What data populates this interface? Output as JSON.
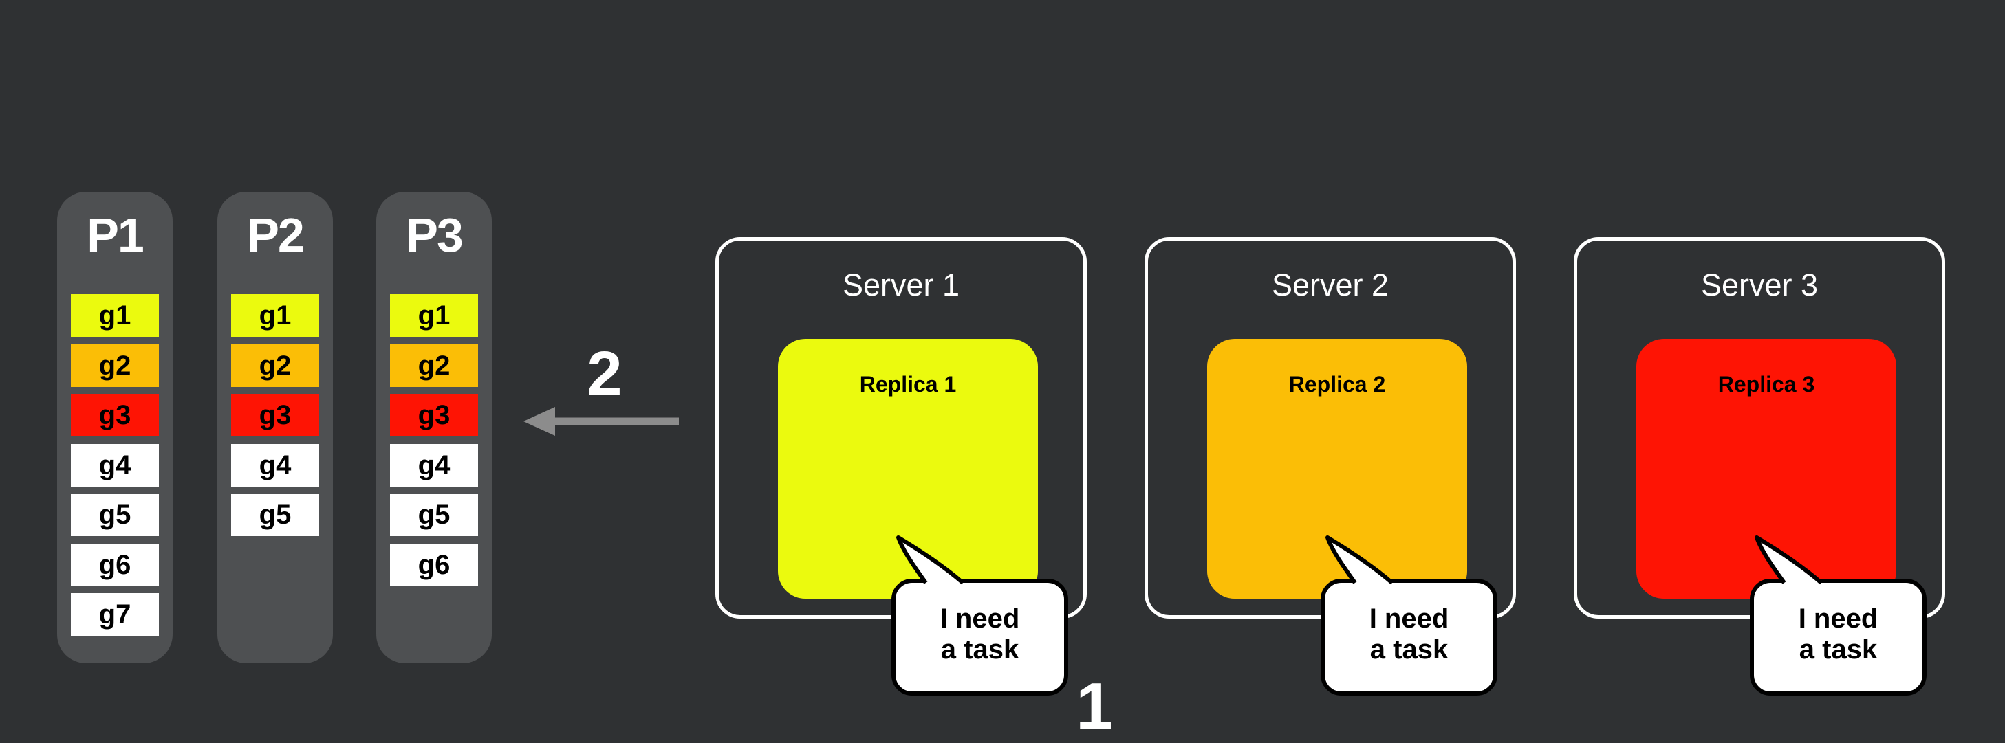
{
  "colors": {
    "yellow": "#EBFA0E",
    "amber": "#FBBE06",
    "red": "#FE1404",
    "white": "#FFFFFF",
    "background": "#2F3133",
    "partition_fill": "#4E5052",
    "arrow_gray": "#8C8C8C"
  },
  "partitions": [
    {
      "id": "P1",
      "tasks": [
        {
          "label": "g1",
          "color": "yellow"
        },
        {
          "label": "g2",
          "color": "amber"
        },
        {
          "label": "g3",
          "color": "red"
        },
        {
          "label": "g4",
          "color": "white"
        },
        {
          "label": "g5",
          "color": "white"
        },
        {
          "label": "g6",
          "color": "white"
        },
        {
          "label": "g7",
          "color": "white"
        }
      ]
    },
    {
      "id": "P2",
      "tasks": [
        {
          "label": "g1",
          "color": "yellow"
        },
        {
          "label": "g2",
          "color": "amber"
        },
        {
          "label": "g3",
          "color": "red"
        },
        {
          "label": "g4",
          "color": "white"
        },
        {
          "label": "g5",
          "color": "white"
        }
      ]
    },
    {
      "id": "P3",
      "tasks": [
        {
          "label": "g1",
          "color": "yellow"
        },
        {
          "label": "g2",
          "color": "amber"
        },
        {
          "label": "g3",
          "color": "red"
        },
        {
          "label": "g4",
          "color": "white"
        },
        {
          "label": "g5",
          "color": "white"
        },
        {
          "label": "g6",
          "color": "white"
        }
      ]
    }
  ],
  "servers": [
    {
      "name": "Server 1",
      "replica": {
        "label": "Replica 1",
        "color": "yellow"
      },
      "bubble": [
        "I need",
        "a task"
      ]
    },
    {
      "name": "Server 2",
      "replica": {
        "label": "Replica 2",
        "color": "amber"
      },
      "bubble": [
        "I need",
        "a task"
      ]
    },
    {
      "name": "Server 3",
      "replica": {
        "label": "Replica 3",
        "color": "red"
      },
      "bubble": [
        "I need",
        "a task"
      ]
    }
  ],
  "annotations": {
    "arrow_step": "2",
    "request_step": "1"
  }
}
